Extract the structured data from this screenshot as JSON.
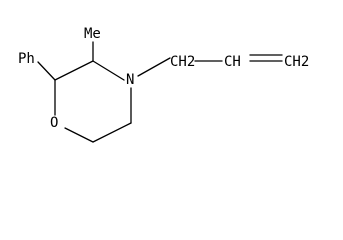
{
  "molecule": {
    "labels": {
      "phenyl": "Ph",
      "methyl": "Me",
      "nitrogen": "N",
      "oxygen": "O",
      "allyl_ch2": "CH2",
      "allyl_ch": "CH",
      "allyl_terminal": "CH2"
    }
  },
  "colors": {
    "ink": "#000000",
    "background": "#ffffff"
  }
}
